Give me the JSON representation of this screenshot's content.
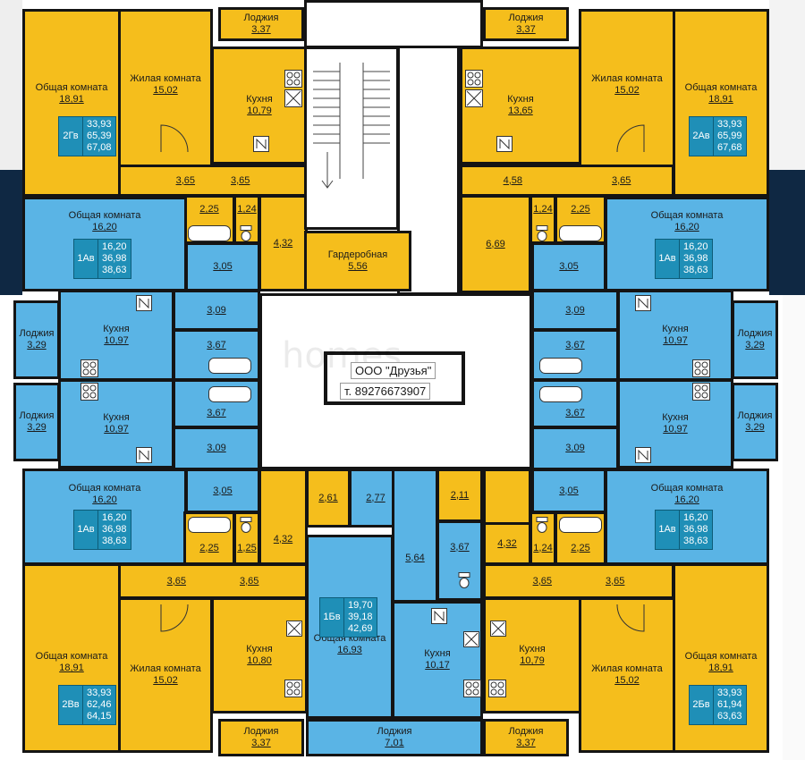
{
  "units": {
    "tl": {
      "living": {
        "name": "Общая комната",
        "area": "18,91"
      },
      "bedroom": {
        "name": "Жилая комната",
        "area": "15,02"
      },
      "kitchen": {
        "name": "Кухня",
        "area": "10,79"
      },
      "hall1": "3,65",
      "hall2": "3,65",
      "bath": "2,25",
      "wc": "1,24",
      "closet": "4,32",
      "loggia": {
        "name": "Лоджия",
        "area": "3,37"
      },
      "badge": {
        "code": "2Гв",
        "v1": "33,93",
        "v2": "65,39",
        "v3": "67,08"
      }
    },
    "tr": {
      "living": {
        "name": "Общая комната",
        "area": "18,91"
      },
      "bedroom": {
        "name": "Жилая комната",
        "area": "15,02"
      },
      "kitchen": {
        "name": "Кухня",
        "area": "13,65"
      },
      "hall1": "4,58",
      "hall2": "3,65",
      "bath": "2,25",
      "wc": "1,24",
      "closet": "6,69",
      "loggia": {
        "name": "Лоджия",
        "area": "3,37"
      },
      "badge": {
        "code": "2Ав",
        "v1": "33,93",
        "v2": "65,99",
        "v3": "67,68"
      }
    },
    "core": {
      "wardrobe": {
        "name": "Гардеробная",
        "area": "5,56"
      }
    },
    "lu": {
      "living": {
        "name": "Общая комната",
        "area": "16,20"
      },
      "hall": "3,05",
      "badge": {
        "code": "1Ав",
        "v1": "16,20",
        "v2": "36,98",
        "v3": "38,63"
      }
    },
    "lm1": {
      "kitchen": {
        "name": "Кухня",
        "area": "10,97"
      },
      "hall": "3,09",
      "bath": "3,67",
      "loggia": {
        "name": "Лоджия",
        "area": "3,29"
      }
    },
    "lm2": {
      "kitchen": {
        "name": "Кухня",
        "area": "10,97"
      },
      "hall": "3,09",
      "bath": "3,67",
      "loggia": {
        "name": "Лоджия",
        "area": "3,29"
      }
    },
    "ll": {
      "living": {
        "name": "Общая комната",
        "area": "16,20"
      },
      "hall": "3,05",
      "bath": "2,25",
      "wc": "1,25",
      "closet": "4,32",
      "badge": {
        "code": "1Ав",
        "v1": "16,20",
        "v2": "36,98",
        "v3": "38,63"
      }
    },
    "ru": {
      "living": {
        "name": "Общая комната",
        "area": "16,20"
      },
      "hall": "3,05",
      "badge": {
        "code": "1Ав",
        "v1": "16,20",
        "v2": "36,98",
        "v3": "38,63"
      }
    },
    "rm1": {
      "kitchen": {
        "name": "Кухня",
        "area": "10,97"
      },
      "hall": "3,09",
      "bath": "3,67",
      "loggia": {
        "name": "Лоджия",
        "area": "3,29"
      }
    },
    "rm2": {
      "kitchen": {
        "name": "Кухня",
        "area": "10,97"
      },
      "hall": "3,09",
      "bath": "3,67",
      "loggia": {
        "name": "Лоджия",
        "area": "3,29"
      }
    },
    "rl": {
      "living": {
        "name": "Общая комната",
        "area": "16,20"
      },
      "hall": "3,05",
      "bath": "2,25",
      "wc": "1,24",
      "closet": "4,32",
      "badge": {
        "code": "1Ав",
        "v1": "16,20",
        "v2": "36,98",
        "v3": "38,63"
      }
    },
    "bl": {
      "living": {
        "name": "Общая комната",
        "area": "18,91"
      },
      "bedroom": {
        "name": "Жилая комната",
        "area": "15,02"
      },
      "kitchen": {
        "name": "Кухня",
        "area": "10,80"
      },
      "hall1": "3,65",
      "hall2": "3,65",
      "loggia": {
        "name": "Лоджия",
        "area": "3,37"
      },
      "badge": {
        "code": "2Вв",
        "v1": "33,93",
        "v2": "62,46",
        "v3": "64,15"
      }
    },
    "bc": {
      "living": {
        "name": "Общая комната",
        "area": "16,93"
      },
      "kitchen": {
        "name": "Кухня",
        "area": "10,17"
      },
      "hall": "5,64",
      "bath": "3,67",
      "c1": "2,61",
      "c2": "2,77",
      "c3": "2,11",
      "loggia": {
        "name": "Лоджия",
        "area": "7,01"
      },
      "badge": {
        "code": "1Бв",
        "v1": "19,70",
        "v2": "39,18",
        "v3": "42,69"
      }
    },
    "br": {
      "living": {
        "name": "Общая комната",
        "area": "18,91"
      },
      "bedroom": {
        "name": "Жилая комната",
        "area": "15,02"
      },
      "kitchen": {
        "name": "Кухня",
        "area": "10,79"
      },
      "hall1": "3,65",
      "hall2": "3,65",
      "closet": "4,32",
      "loggia": {
        "name": "Лоджия",
        "area": "3,37"
      },
      "badge": {
        "code": "2Бв",
        "v1": "33,93",
        "v2": "61,94",
        "v3": "63,63"
      }
    }
  },
  "watermark": {
    "company": "ООО \"Друзья\"",
    "phone": "т. 89276673907"
  },
  "colors": {
    "yellow": "#F5BE1C",
    "blue": "#5AB4E5",
    "badge": "#1F8FB7",
    "wall": "#141414",
    "navy": "#0f2843"
  },
  "icons": [
    "toilet-icon",
    "bathtub-icon",
    "sink-icon",
    "stove-icon",
    "vent-shaft-icon",
    "door-arc-icon",
    "stair-steps-icon"
  ]
}
